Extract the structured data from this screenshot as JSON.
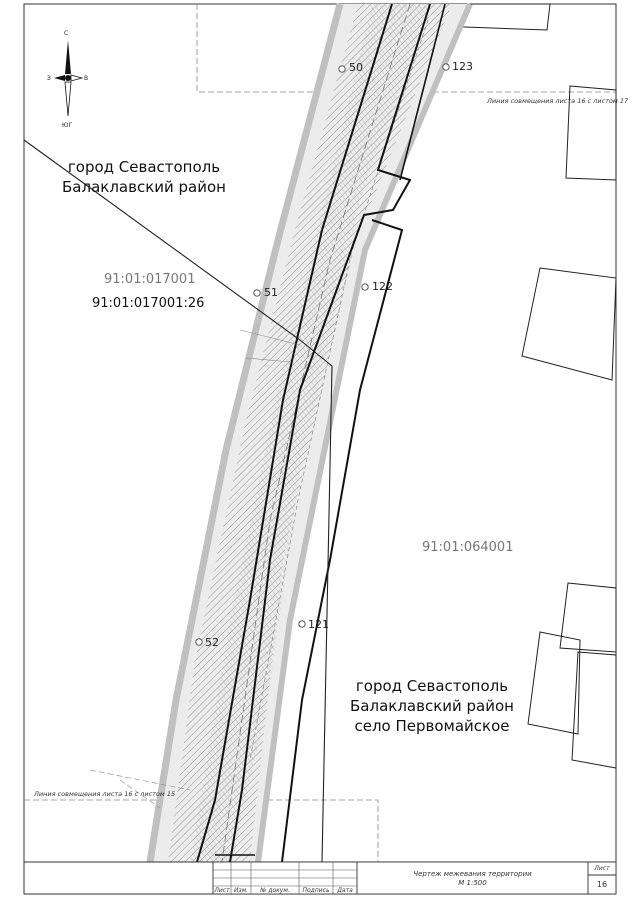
{
  "compass": {
    "north": "С",
    "south": "ЮГ",
    "west": "З",
    "east": "В"
  },
  "places": {
    "upper_left": [
      "город Севастополь",
      "Балаклавский район"
    ],
    "lower_right": [
      "город Севастополь",
      "Балаклавский район",
      "село Первомайское"
    ]
  },
  "cadastral": {
    "quarter_left": "91:01:017001",
    "parcel_left": "91:01:017001:26",
    "quarter_right": "91:01:064001"
  },
  "points": [
    "50",
    "51",
    "52",
    "121",
    "122",
    "123"
  ],
  "notes": {
    "match_top": "Линия совмещения листа 16 с листом 17",
    "match_bottom": "Линия совмещения листа 16 с листом 15"
  },
  "title_block": {
    "title": "Чертеж межевания территории",
    "scale": "М 1:500",
    "sheet_label": "Лист",
    "sheet_number": "16",
    "columns": [
      "Лист",
      "Изм.",
      "№ докум.",
      "Подпись",
      "Дата"
    ]
  },
  "colors": {
    "line": "#111111",
    "hatch": "#9a9a9a",
    "strip": "#c4c4c4",
    "thin": "#666666"
  }
}
